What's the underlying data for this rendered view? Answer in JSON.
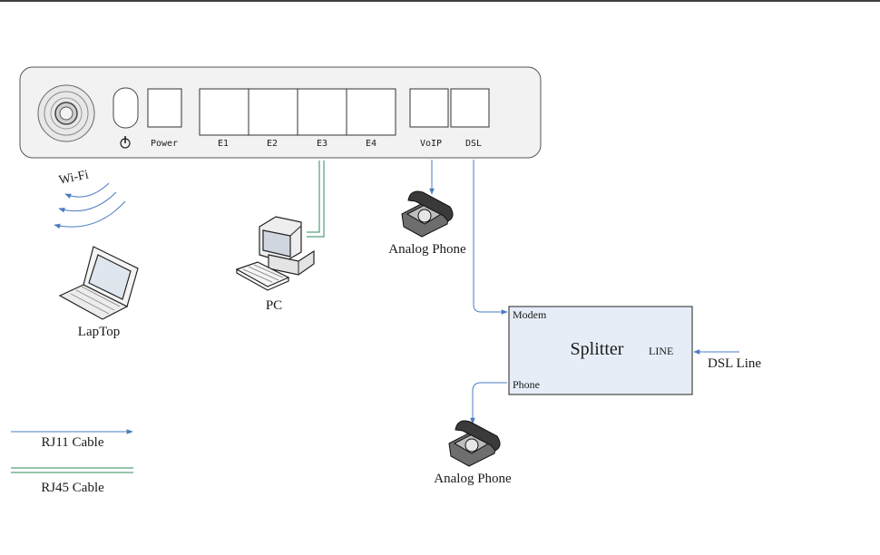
{
  "router": {
    "ports": [
      {
        "id": "power",
        "label": "Power"
      },
      {
        "id": "e1",
        "label": "E1"
      },
      {
        "id": "e2",
        "label": "E2"
      },
      {
        "id": "e3",
        "label": "E3"
      },
      {
        "id": "e4",
        "label": "E4"
      },
      {
        "id": "voip",
        "label": "VoIP"
      },
      {
        "id": "dsl",
        "label": "DSL"
      }
    ]
  },
  "wifi": {
    "label": "Wi-Fi"
  },
  "devices": {
    "laptop": "LapTop",
    "pc": "PC",
    "phone_top": "Analog Phone",
    "phone_bottom": "Analog Phone"
  },
  "splitter": {
    "title": "Splitter",
    "modem": "Modem",
    "line": "LINE",
    "phone": "Phone"
  },
  "dsl_line": "DSL Line",
  "legend": {
    "rj11": "RJ11 Cable",
    "rj45": "RJ45 Cable"
  },
  "colors": {
    "rj11": "#4a7cc0",
    "rj45": "#2e8b57",
    "splitter_fill": "#e6edf7",
    "panel_fill": "#f2f2f2"
  }
}
